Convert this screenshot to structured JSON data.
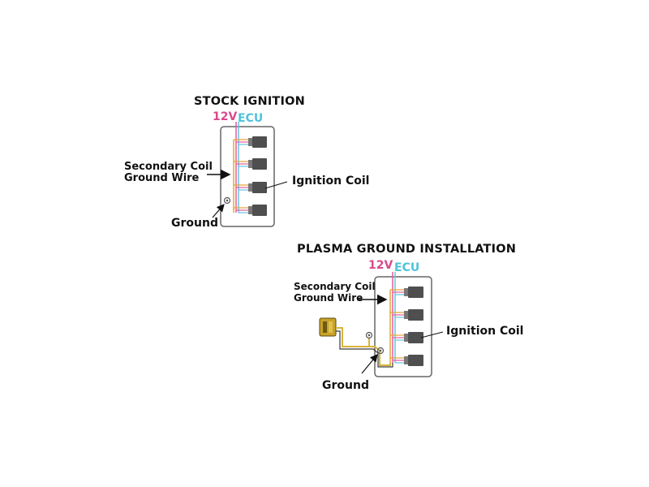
{
  "stock": {
    "title": "STOCK IGNITION",
    "label_12v": "12V",
    "label_ecu": "ECU",
    "secondary_line1": "Secondary Coil",
    "secondary_line2": "Ground Wire",
    "coil_label": "Ignition Coil",
    "ground_label": "Ground"
  },
  "plasma": {
    "title": "PLASMA GROUND INSTALLATION",
    "label_12v": "12V",
    "label_ecu": "ECU",
    "secondary_line1": "Secondary Coil",
    "secondary_line2": "Ground Wire",
    "coil_label": "Ignition Coil",
    "ground_label": "Ground"
  },
  "colors": {
    "wire_12v": "#e75a9a",
    "wire_ecu": "#62c6e0",
    "wire_ground": "#e8a43a",
    "coil_body": "#4f4f4f",
    "box_border": "#666666",
    "plasma_unit": "#c9a227"
  }
}
